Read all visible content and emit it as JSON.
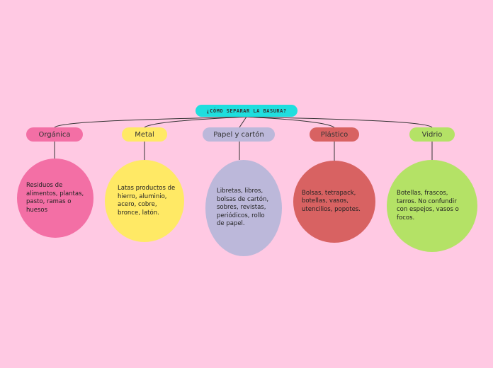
{
  "root": {
    "label": "¿CÓMO SEPARAR LA BASURA?",
    "color": "#1fdede"
  },
  "branches": [
    {
      "label": "Orgánica",
      "color": "#f36fa5",
      "text": "Residuos de alimentos, plantas, pasto, ramas o huesos"
    },
    {
      "label": "Metal",
      "color": "#ffe965",
      "text": "Latas productos de hierro, aluminio, acero, cobre, bronce, latón."
    },
    {
      "label": "Papel y cartón",
      "color": "#bcb8da",
      "text": "Libretas, libros, bolsas de cartón, sobres, revistas, periódicos, rollo de papel."
    },
    {
      "label": "Plástico",
      "color": "#d86262",
      "text": "Bolsas, tetrapack, botellas, vasos, utencilios, popotes."
    },
    {
      "label": "Vidrio",
      "color": "#b4e266",
      "text": "Botellas, frascos, tarros. No confundir con espejos, vasos o focos."
    }
  ]
}
